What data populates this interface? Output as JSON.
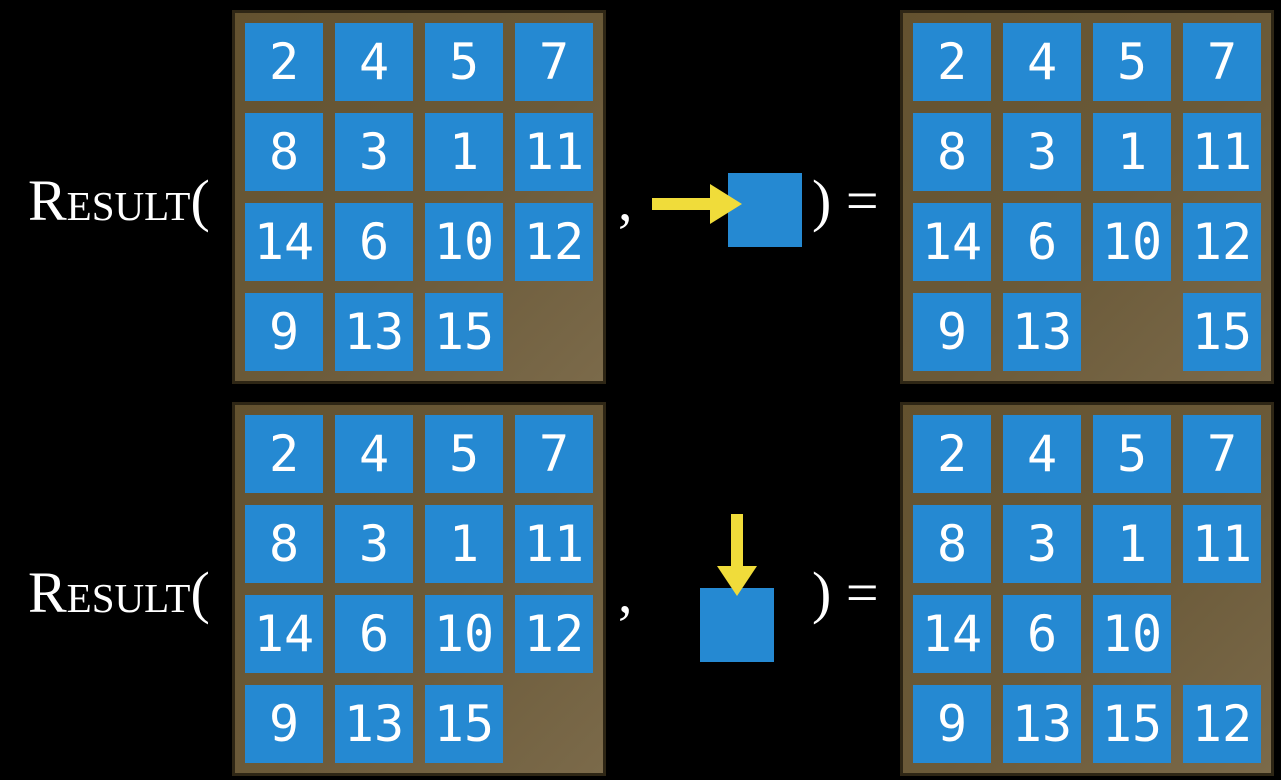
{
  "colors": {
    "background": "#000000",
    "tile_blue": "#2589D2",
    "board_brown": "#6B5A39",
    "board_brown_dark": "#63522F",
    "board_brown_light": "#7B6A4A",
    "board_border": "#2E2615",
    "arrow_yellow": "#F0DC3A",
    "text_white": "#FFFFFF"
  },
  "rows": [
    {
      "label": "Result(",
      "comma": ",",
      "close": ") =",
      "action": {
        "icon": "arrow-right-icon",
        "direction": "right"
      },
      "input_grid": [
        [
          2,
          4,
          5,
          7
        ],
        [
          8,
          3,
          1,
          11
        ],
        [
          14,
          6,
          10,
          12
        ],
        [
          9,
          13,
          15,
          null
        ]
      ],
      "result_grid": [
        [
          2,
          4,
          5,
          7
        ],
        [
          8,
          3,
          1,
          11
        ],
        [
          14,
          6,
          10,
          12
        ],
        [
          9,
          13,
          null,
          15
        ]
      ]
    },
    {
      "label": "Result(",
      "comma": ",",
      "close": ") =",
      "action": {
        "icon": "arrow-down-icon",
        "direction": "down"
      },
      "input_grid": [
        [
          2,
          4,
          5,
          7
        ],
        [
          8,
          3,
          1,
          11
        ],
        [
          14,
          6,
          10,
          12
        ],
        [
          9,
          13,
          15,
          null
        ]
      ],
      "result_grid": [
        [
          2,
          4,
          5,
          7
        ],
        [
          8,
          3,
          1,
          11
        ],
        [
          14,
          6,
          10,
          null
        ],
        [
          9,
          13,
          15,
          12
        ]
      ]
    }
  ]
}
